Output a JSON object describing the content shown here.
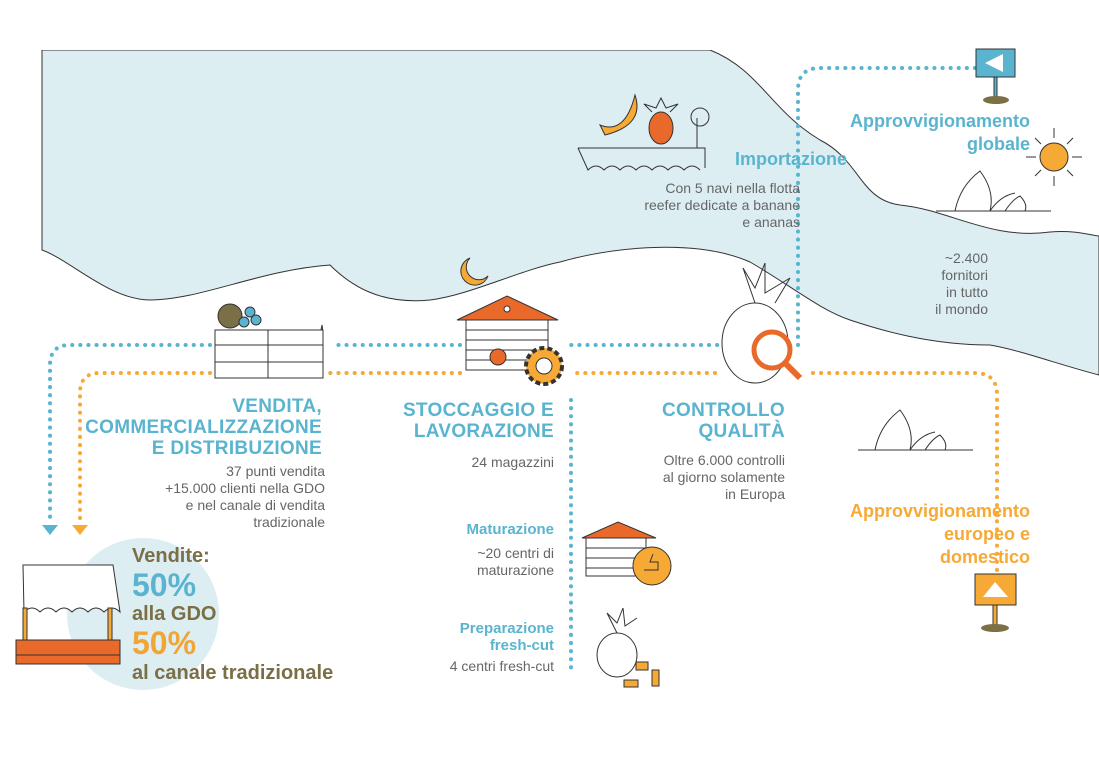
{
  "global": {
    "title_line1": "Approvvigionamento",
    "title_line2": "globale",
    "suppliers": [
      "~2.400",
      "fornitori",
      "in tutto",
      "il mondo"
    ]
  },
  "import": {
    "title": "Importazione",
    "text": [
      "Con 5 navi nella flotta",
      "reefer dedicate a banane",
      "e ananas"
    ]
  },
  "quality": {
    "title_line1": "CONTROLLO",
    "title_line2": "QUALITÀ",
    "text": [
      "Oltre 6.000 controlli",
      "al giorno solamente",
      "in Europa"
    ]
  },
  "storage": {
    "title_line1": "STOCCAGGIO E",
    "title_line2": "LAVORAZIONE",
    "text": "24 magazzini",
    "ripening": {
      "title": "Maturazione",
      "text": [
        "~20 centri di",
        "maturazione"
      ]
    },
    "freshcut": {
      "title_line1": "Preparazione",
      "title_line2": "fresh-cut",
      "text": "4 centri fresh-cut"
    }
  },
  "sales": {
    "title_line1": "VENDITA,",
    "title_line2": "COMMERCIALIZZAZIONE",
    "title_line3": "E DISTRIBUZIONE",
    "text": [
      "37 punti vendita",
      "+15.000 clienti nella GDO",
      "e nel canale di vendita",
      "tradizionale"
    ],
    "summary": {
      "label": "Vendite:",
      "pct_gdo": "50%",
      "gdo": "alla GDO",
      "pct_trad": "50%",
      "trad": "al canale tradizionale"
    }
  },
  "europe": {
    "title_line1": "Approvvigionamento",
    "title_line2": "europeo e",
    "title_line3": "domestico"
  },
  "colors": {
    "blue": "#5ab4cf",
    "orange": "#f7a935",
    "dark_orange": "#e8692a",
    "olive": "#7a6f46",
    "sea": "#ddeef3"
  }
}
